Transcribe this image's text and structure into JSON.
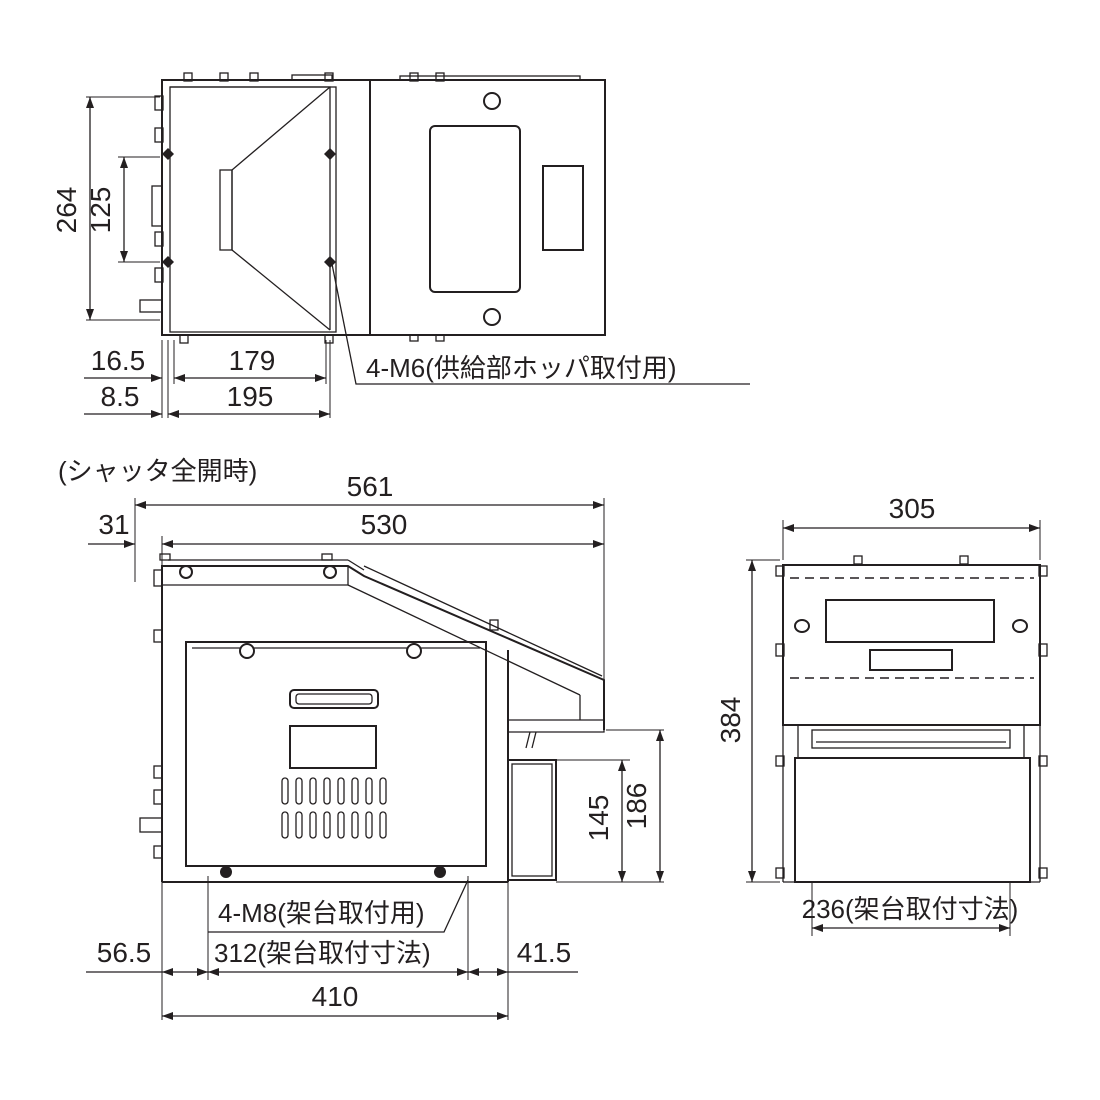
{
  "labels": {
    "top_height_264": "264",
    "top_height_125": "125",
    "top_w_16_5": "16.5",
    "top_w_179": "179",
    "top_w_8_5": "8.5",
    "top_w_195": "195",
    "top_note_m6": "4-M6(供給部ホッパ取付用)",
    "shutter_note": "(シャッタ全開時)",
    "side_w_561": "561",
    "side_w_31": "31",
    "side_w_530": "530",
    "side_h_145": "145",
    "side_h_186": "186",
    "side_note_m8": "4-M8(架台取付用)",
    "side_w_312": "312(架台取付寸法)",
    "side_w_56_5": "56.5",
    "side_w_41_5": "41.5",
    "side_w_410": "410",
    "front_w_305": "305",
    "front_h_384": "384",
    "front_w_236": "236(架台取付寸法)"
  },
  "colors": {
    "line": "#231f20",
    "background": "#ffffff"
  }
}
